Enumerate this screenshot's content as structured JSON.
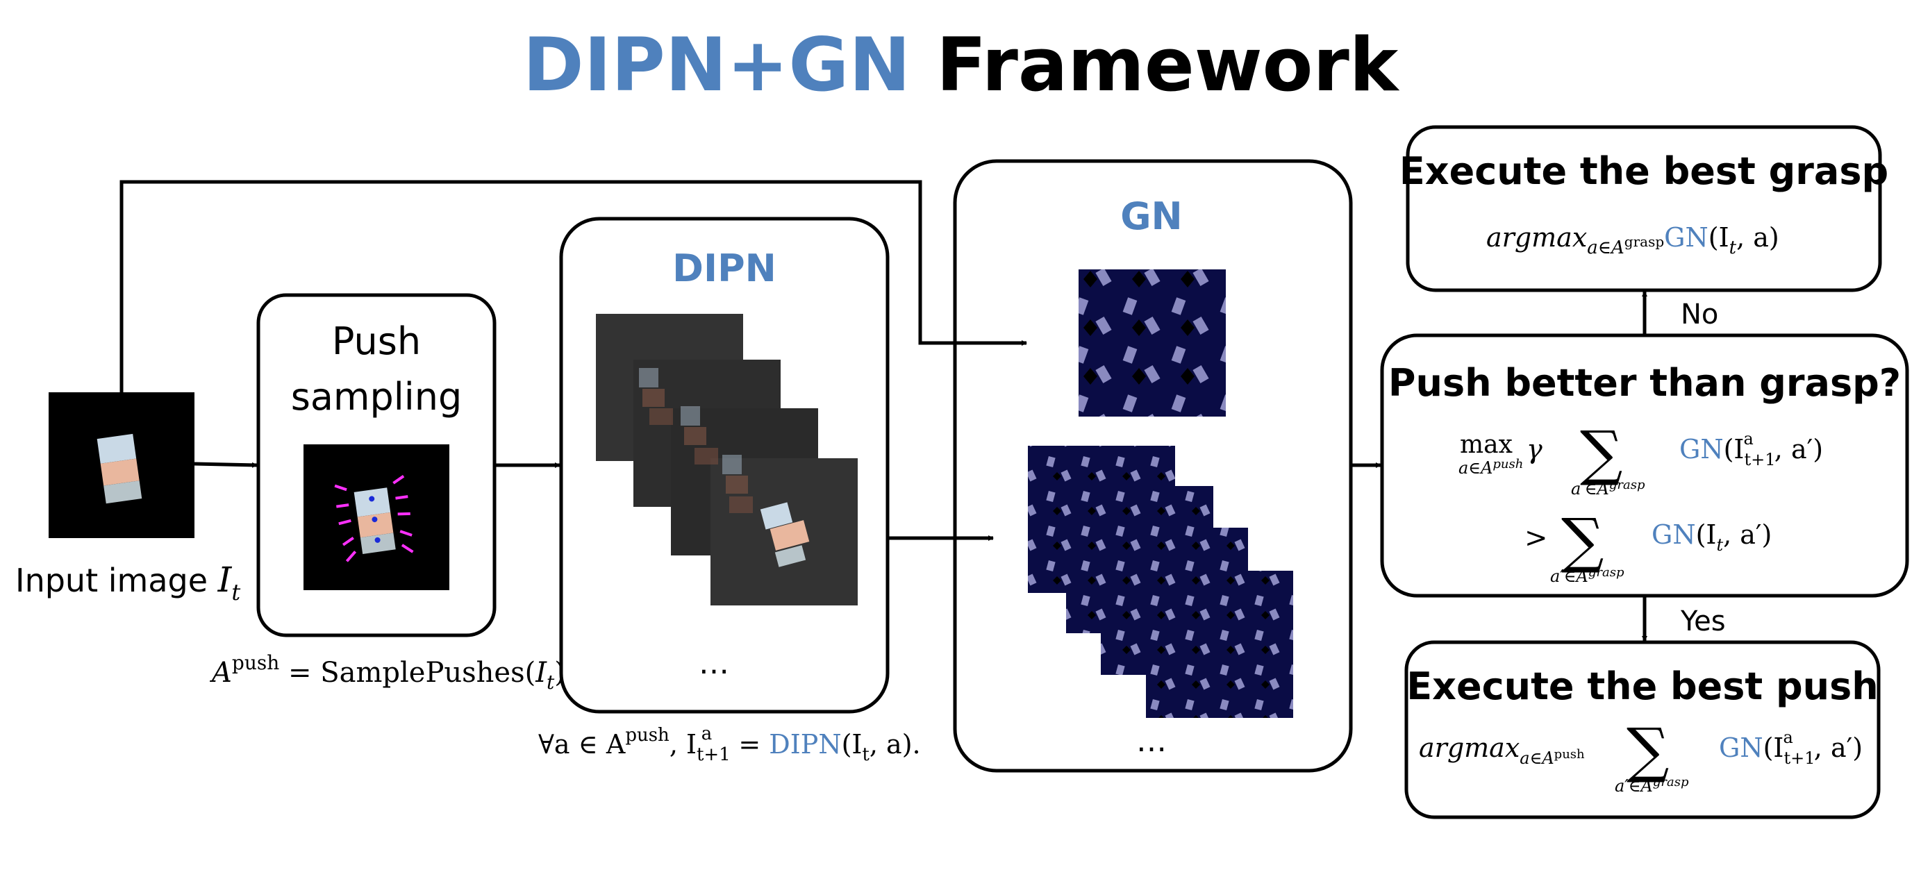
{
  "title": {
    "part1": "DIPN+GN",
    "part2": " Framework"
  },
  "input": {
    "label": "Input image ",
    "symbol": "I",
    "subscript": "t"
  },
  "push_sampling": {
    "title_line1": "Push",
    "title_line2": "sampling",
    "formula": "A",
    "formula_sup": "push",
    "formula_rest": " = SamplePushes(",
    "formula_arg": "I",
    "formula_arg_sub": "t",
    "formula_close": ")"
  },
  "dipn": {
    "title": "DIPN",
    "ellipsis": "…",
    "formula_prefix": "∀a ∈ A",
    "formula_sup": "push",
    "formula_mid": ", I",
    "formula_mid_sub": "t+1",
    "formula_mid_sup": "a",
    "formula_eq": " = ",
    "formula_fn": "DIPN",
    "formula_args": "(I",
    "formula_args_sub": "t",
    "formula_end": ", a)."
  },
  "gn": {
    "title": "GN",
    "ellipsis": "…"
  },
  "best_grasp": {
    "title": "Execute the best grasp",
    "formula_prefix": "argmax",
    "formula_sub": "a∈A",
    "formula_sub_sup": "grasp",
    "formula_fn": "GN",
    "formula_args": "(I",
    "formula_args_sub": "t",
    "formula_end": ", a)"
  },
  "decision": {
    "title": "Push better than grasp?",
    "max": "max",
    "max_sub": "a∈A",
    "max_sub_sup": "push",
    "gamma": "γ",
    "sum": "∑",
    "sum_sub": "a′∈A",
    "sum_sub_sup": "grasp",
    "fn1": "GN",
    "args1": "(I",
    "args1_sub": "t+1",
    "args1_sup": "a",
    "args1_end": ", a′)",
    "gt": ">",
    "fn2": "GN",
    "args2": "(I",
    "args2_sub": "t",
    "args2_end": ", a′)"
  },
  "best_push": {
    "title": "Execute the best push",
    "formula_prefix": "argmax",
    "formula_sub": "a∈A",
    "formula_sub_sup": "push",
    "sum": "∑",
    "sum_sub": "a′∈A",
    "sum_sub_sup": "grasp",
    "fn": "GN",
    "args": "(I",
    "args_sub": "t+1",
    "args_sup": "a",
    "args_end": ", a′)"
  },
  "edges": {
    "no": "No",
    "yes": "Yes"
  },
  "colors": {
    "accent": "#4f81bd",
    "tile_blue": "#0a0c45",
    "overlay_gray": "#333333"
  }
}
